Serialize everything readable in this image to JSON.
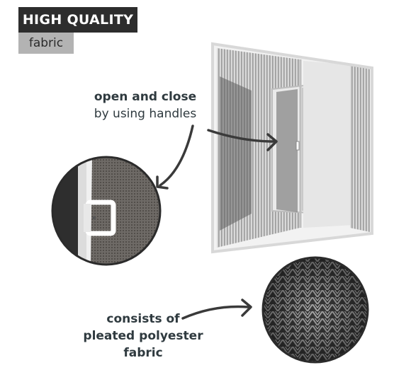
{
  "badge": {
    "title": "HIGH QUALITY",
    "subtitle": "fabric"
  },
  "callouts": {
    "open_close": {
      "line1": "open and close",
      "line2": "by using handles"
    },
    "fabric": {
      "line1": "consists of",
      "line2": "pleated polyester",
      "line3": "fabric"
    }
  },
  "icons": [
    "arrow-to-handle-icon",
    "arrow-to-zoom-icon",
    "arrow-to-fabric-icon"
  ],
  "colors": {
    "badge_dark": "#2d2d2d",
    "badge_light": "#b3b3b3",
    "text": "#2f3a3f",
    "arrow": "#3a3a3a"
  }
}
